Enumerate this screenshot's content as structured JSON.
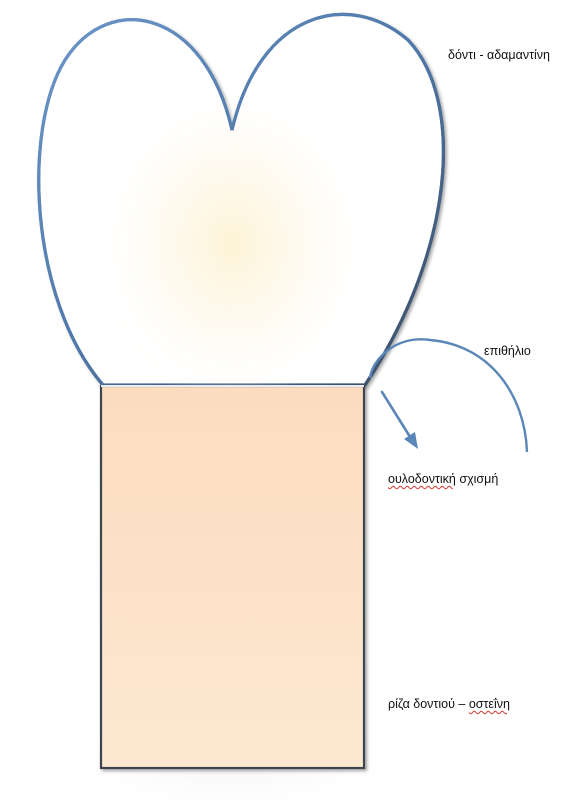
{
  "labels": {
    "crown": "δόντι - αδαμαντίνη",
    "epithelium": "επιθήλιο",
    "gingival_word1": "ουλοδοντική",
    "gingival_word2": " σχισμή",
    "root_text": "ρίζα δοντιού – ",
    "root_word2": "οστεΐνη"
  },
  "colors": {
    "outline": "#5b86b8",
    "outline_dark": "#3e4f66",
    "root_fill": "#fde3c8",
    "root_fill_light": "#fdebd6",
    "crown_glow": "#fcefc8",
    "spellcheck": "#d9342b"
  }
}
